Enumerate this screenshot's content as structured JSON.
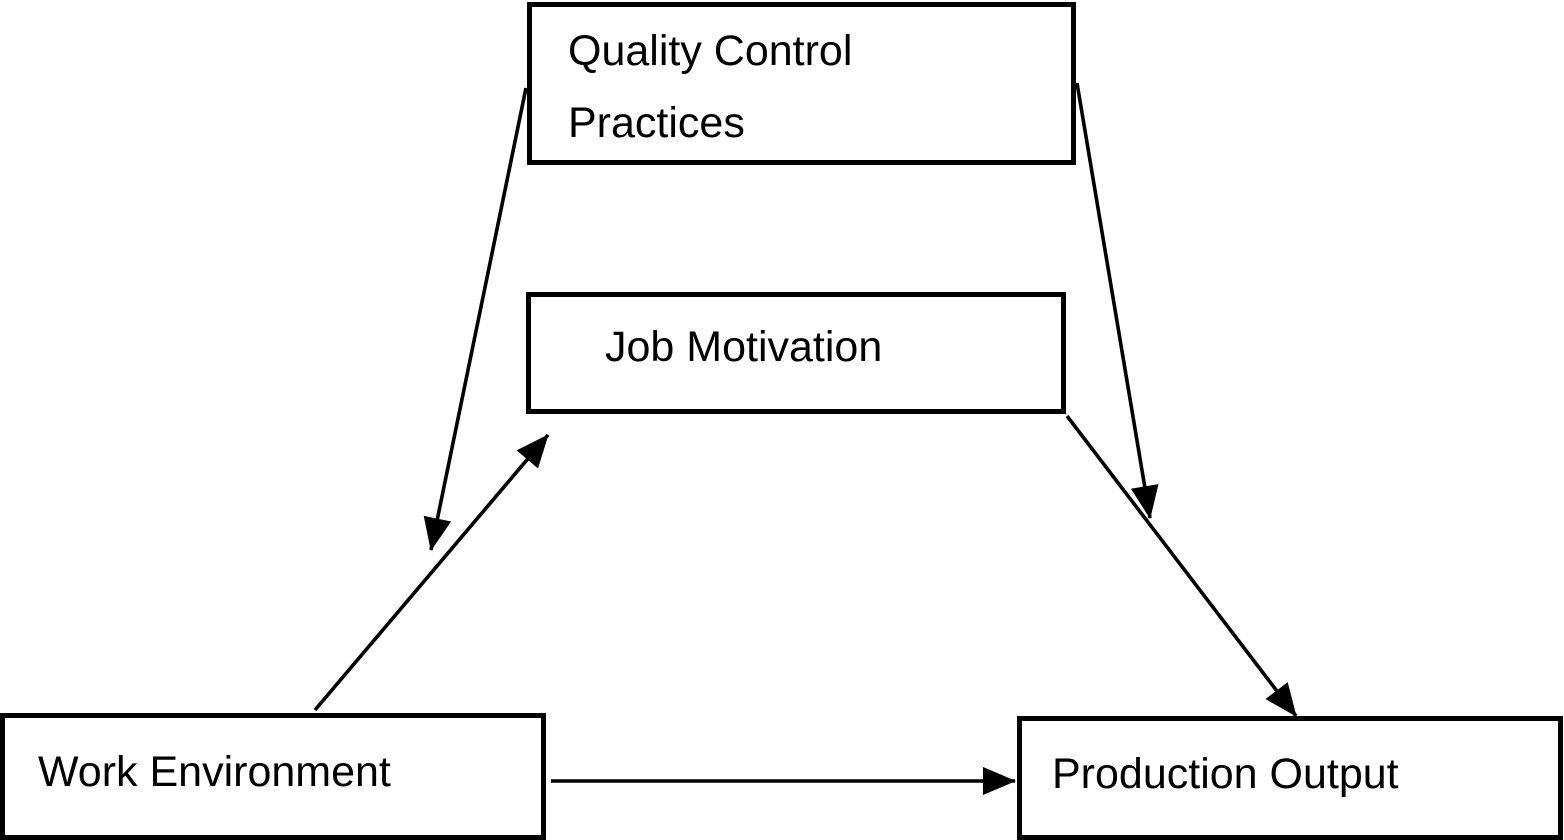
{
  "diagram": {
    "background_color": "#ffffff",
    "line_color": "#000000",
    "box_border_color": "#000000",
    "nodes": {
      "quality_control_practices": {
        "lines": [
          "Quality Control",
          "Practices"
        ]
      },
      "job_motivation": {
        "label": "Job Motivation"
      },
      "work_environment": {
        "label": "Work Environment"
      },
      "production_output": {
        "label": "Production Output"
      }
    },
    "edges": [
      {
        "from": "quality_control_practices",
        "to": "path: work_environment -> job_motivation",
        "style": "solid-arrow"
      },
      {
        "from": "work_environment",
        "to": "job_motivation",
        "style": "solid-arrow"
      },
      {
        "from": "quality_control_practices",
        "to": "path: job_motivation -> production_output",
        "style": "solid-arrow"
      },
      {
        "from": "job_motivation",
        "to": "production_output",
        "style": "solid-arrow"
      },
      {
        "from": "work_environment",
        "to": "production_output",
        "style": "solid-arrow"
      }
    ]
  }
}
